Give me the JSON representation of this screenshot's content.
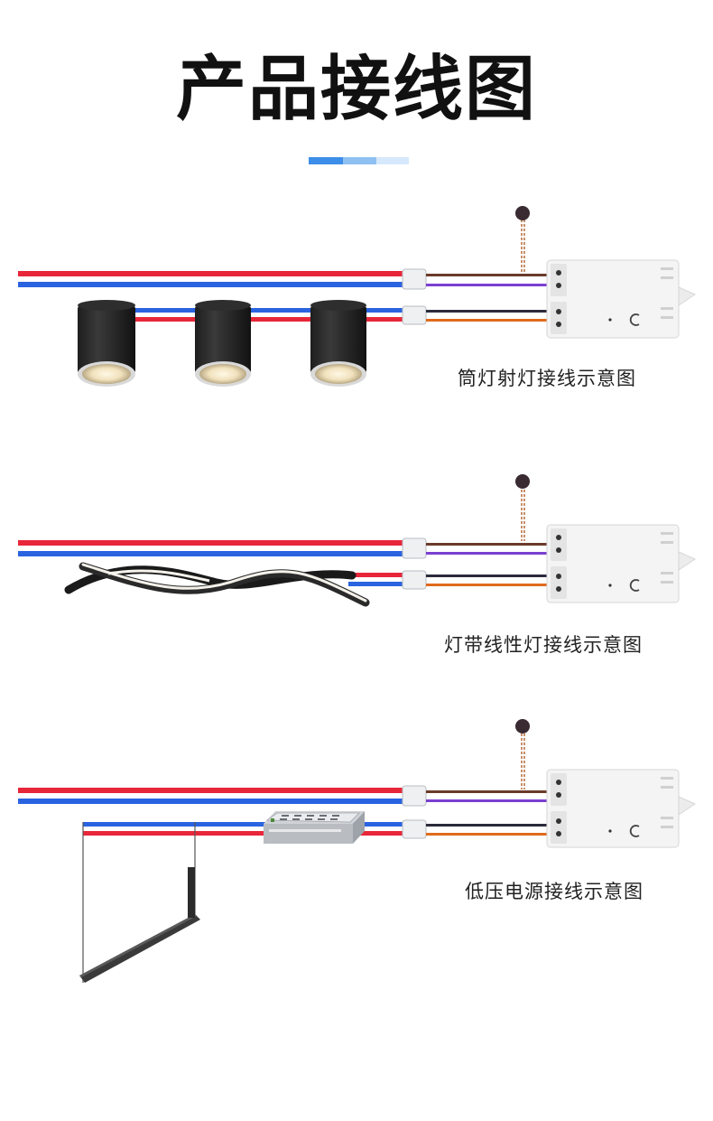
{
  "title": "产品接线图",
  "diagrams": [
    {
      "caption": "筒灯射灯接线示意图"
    },
    {
      "caption": "灯带线性灯接线示意图"
    },
    {
      "caption": "低压电源接线示意图"
    }
  ],
  "colors": {
    "live_wire": "#e8263a",
    "neutral_wire": "#2a63e0",
    "accent_1": "#3d8ee8",
    "accent_2": "#8ec0f2",
    "accent_3": "#d6e8fb"
  }
}
